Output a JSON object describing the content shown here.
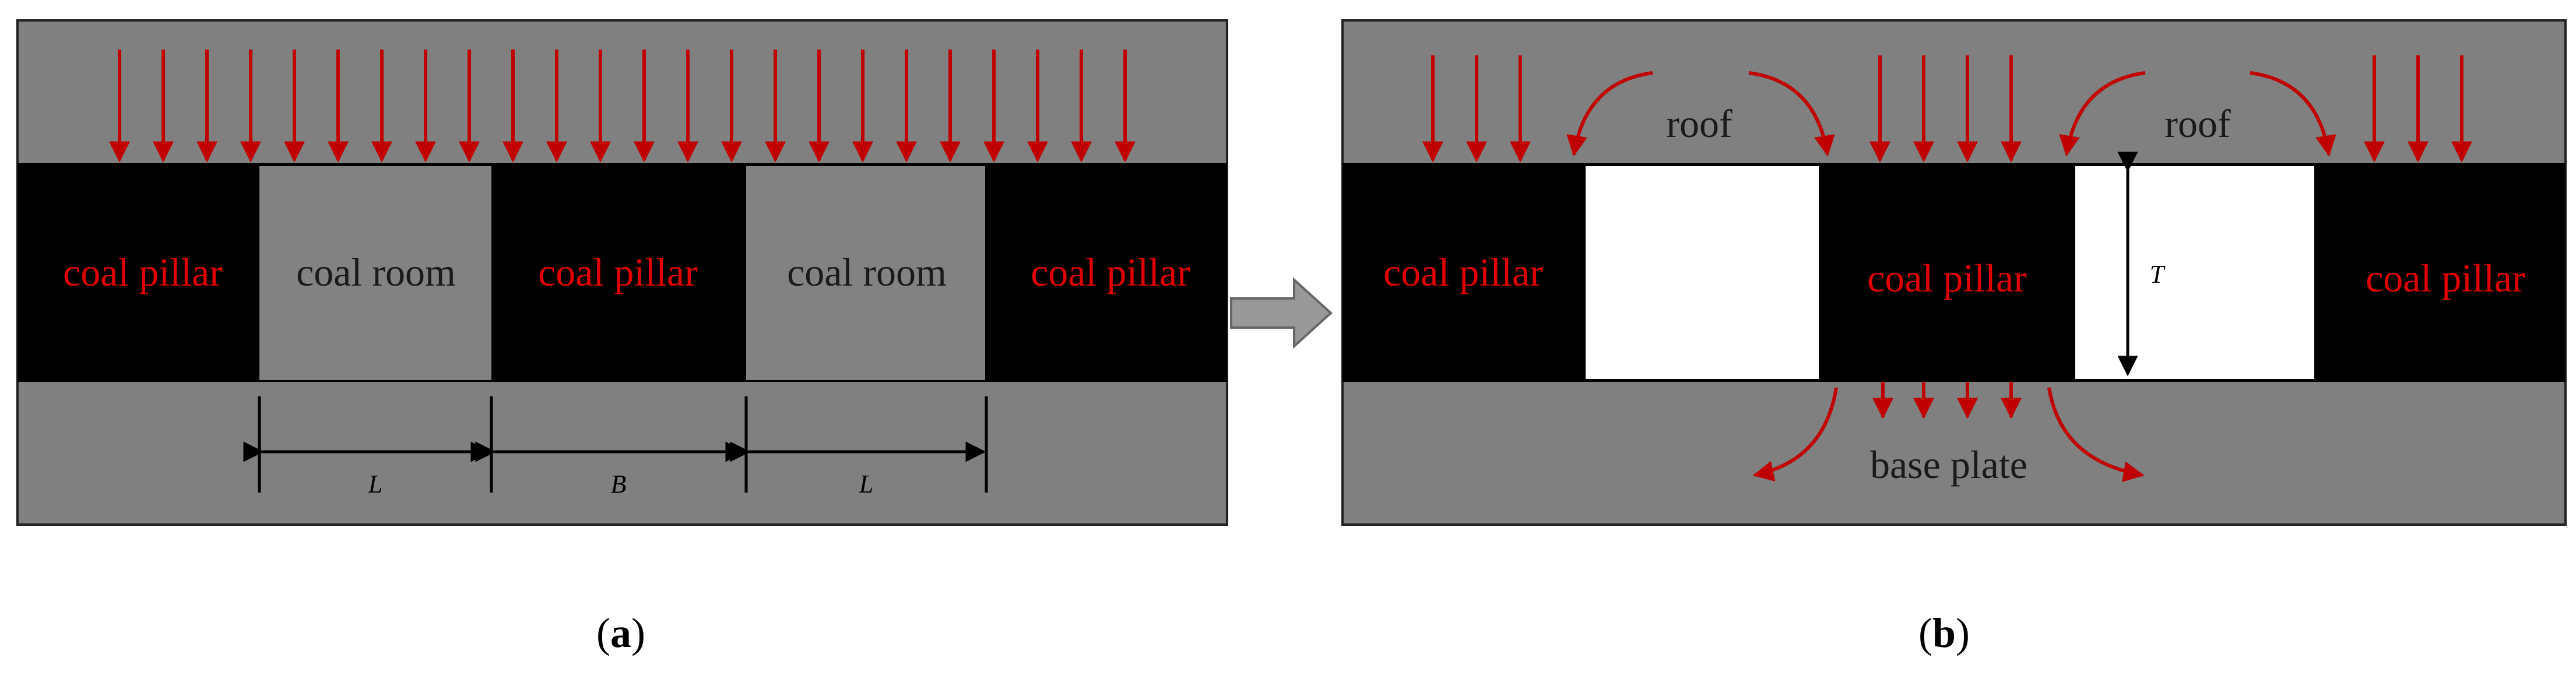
{
  "panel_a": {
    "labels": {
      "pillar_left": "coal pillar",
      "room_left": "coal room",
      "pillar_mid": "coal pillar",
      "room_right": "coal room",
      "pillar_right": "coal pillar"
    },
    "dimensions": {
      "room_left": "L",
      "pillar": "B",
      "room_right": "L"
    },
    "caption_open": "(",
    "caption_letter": "a",
    "caption_close": ")"
  },
  "panel_b": {
    "labels": {
      "pillar_left": "coal pillar",
      "pillar_mid": "coal pillar",
      "pillar_right": "coal pillar",
      "roof_left": "roof",
      "roof_right": "roof",
      "base": "base plate"
    },
    "dimensions": {
      "height": "T"
    },
    "caption_open": "(",
    "caption_letter": "b",
    "caption_close": ")"
  },
  "colors": {
    "rock": "#808080",
    "pillar": "#000000",
    "room": "#828282",
    "void": "#ffffff",
    "arrow": "#c00000",
    "pillar_text": "#e00000",
    "transition_arrow": "#999999"
  }
}
